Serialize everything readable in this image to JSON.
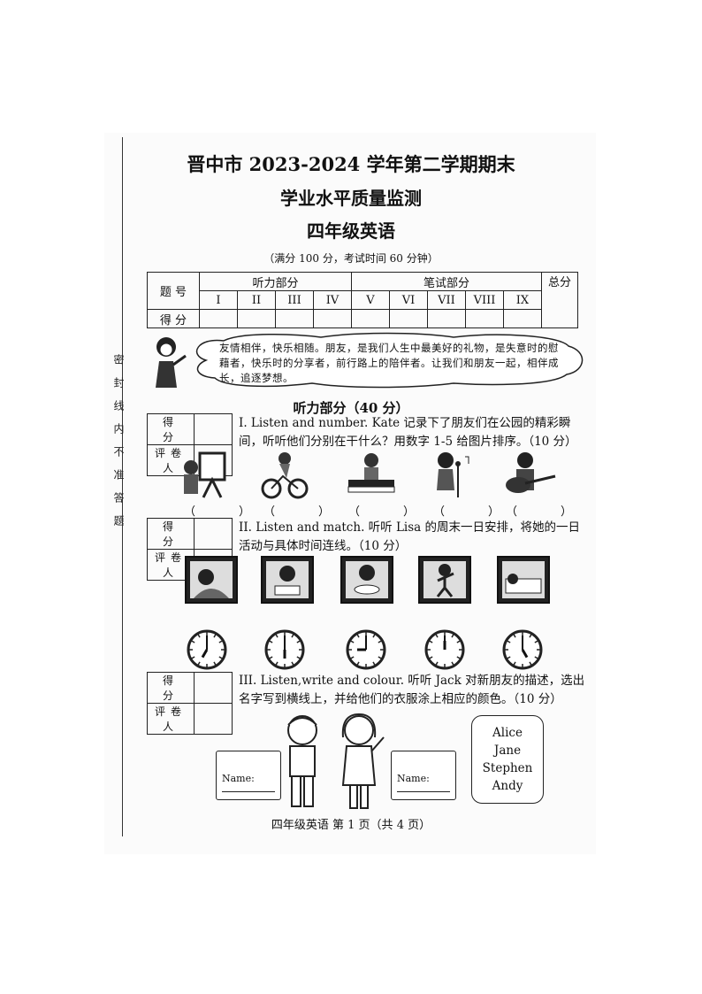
{
  "header": {
    "title_line1": "晋中市 2023-2024 学年第二学期期末",
    "title_line2": "学业水平质量监测",
    "title_line3": "四年级英语",
    "note": "（满分 100 分，考试时间 60 分钟）"
  },
  "score_table": {
    "row1_label": "题 号",
    "row2_label": "得 分",
    "listening_label": "听力部分",
    "writing_label": "笔试部分",
    "total_label": "总分",
    "numerals": [
      "I",
      "II",
      "III",
      "IV",
      "V",
      "VI",
      "VII",
      "VIII",
      "IX"
    ]
  },
  "side_text": "密封线内不准答题",
  "cloud_text": "友情相伴，快乐相随。朋友，是我们人生中最美好的礼物，是失意时的慰藉者，快乐时的分享者，前行路上的陪伴者。让我们和朋友一起，相伴成长，追逐梦想。",
  "listening_heading": "听力部分（40 分）",
  "grader": {
    "score_label": "得 分",
    "grader_label": "评卷人"
  },
  "q1": {
    "text": "I. Listen and number. Kate 记录下了朋友们在公园的精彩瞬间，听听他们分别在干什么？用数字 1-5 给图片排序。（10 分）",
    "icons": [
      "painting-icon",
      "cycling-icon",
      "piano-icon",
      "singing-icon",
      "guitar-icon"
    ],
    "blank": "（　）"
  },
  "q2": {
    "text": "II. Listen and match. 听听 Lisa 的周末一日安排，将她的一日活动与具体时间连线。（10 分）",
    "icons": [
      "wake-up-icon",
      "reading-icon",
      "eating-icon",
      "dancing-icon",
      "sleeping-icon"
    ],
    "clock_hours": [
      7,
      6,
      9,
      12,
      5
    ]
  },
  "q3": {
    "text": "III. Listen,write and colour. 听听 Jack 对新朋友的描述，选出名字写到横线上，并给他们的衣服涂上相应的颜色。（10 分）",
    "name_label": "Name:",
    "names": [
      "Alice",
      "Jane",
      "Stephen",
      "Andy"
    ]
  },
  "footer": "四年级英语  第 1 页（共 4 页）"
}
